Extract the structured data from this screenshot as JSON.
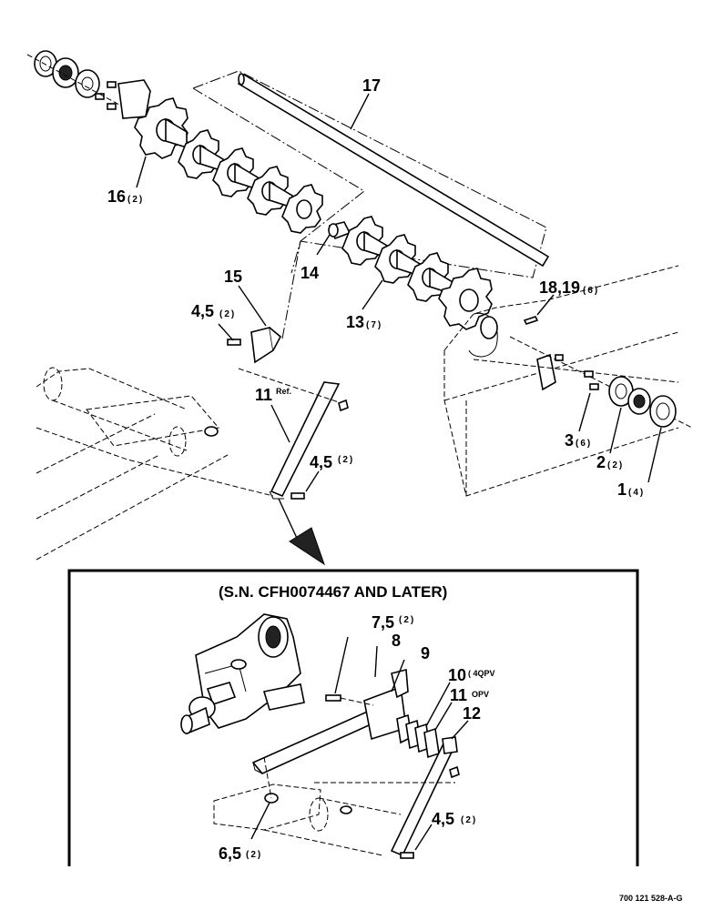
{
  "callouts": {
    "c17": "17",
    "c16": "16",
    "c16_qty": "(2)",
    "c15": "15",
    "c14": "14",
    "c13": "13",
    "c13_qty": "(7)",
    "c18": "18,19",
    "c18_qty": "(6)",
    "c45a": "4,5",
    "c45a_qty": "(2)",
    "c11": "11",
    "c11_sup": "Ref.",
    "c45b": "4,5",
    "c45b_qty": "(2)",
    "c3": "3",
    "c3_qty": "(6)",
    "c2": "2",
    "c2_qty": "(2)",
    "c1": "1",
    "c1_qty": "(4)"
  },
  "detail": {
    "title": "(S.N. CFH0074467 AND LATER)",
    "c75": "7,5",
    "c75_qty": "(2)",
    "c8": "8",
    "c9": "9",
    "c10": "10",
    "c10_qty": "( 4QPV",
    "c11": "11",
    "c11_sup": "OPV",
    "c12": "12",
    "c45": "4,5",
    "c45_qty": "(2)",
    "c65": "6,5",
    "c65_qty": "(2)"
  },
  "footer": {
    "drawing_number": "700 121 528-A-G"
  }
}
